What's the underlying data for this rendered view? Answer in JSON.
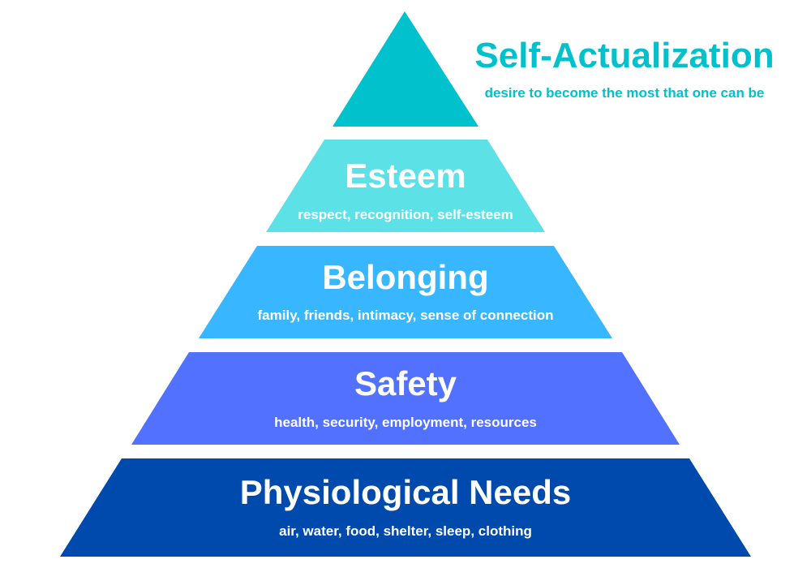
{
  "levels": [
    {
      "title": "Self-Actualization",
      "subtitle": "desire to become the most that one can be",
      "color": "#00c1cc"
    },
    {
      "title": "Esteem",
      "subtitle": "respect, recognition, self-esteem",
      "color": "#5ce1e6"
    },
    {
      "title": "Belonging",
      "subtitle": "family, friends, intimacy, sense of connection",
      "color": "#38b6ff"
    },
    {
      "title": "Safety",
      "subtitle": "health, security, employment, resources",
      "color": "#5271ff"
    },
    {
      "title": "Physiological Needs",
      "subtitle": "air, water, food, shelter, sleep, clothing",
      "color": "#004aad"
    }
  ]
}
